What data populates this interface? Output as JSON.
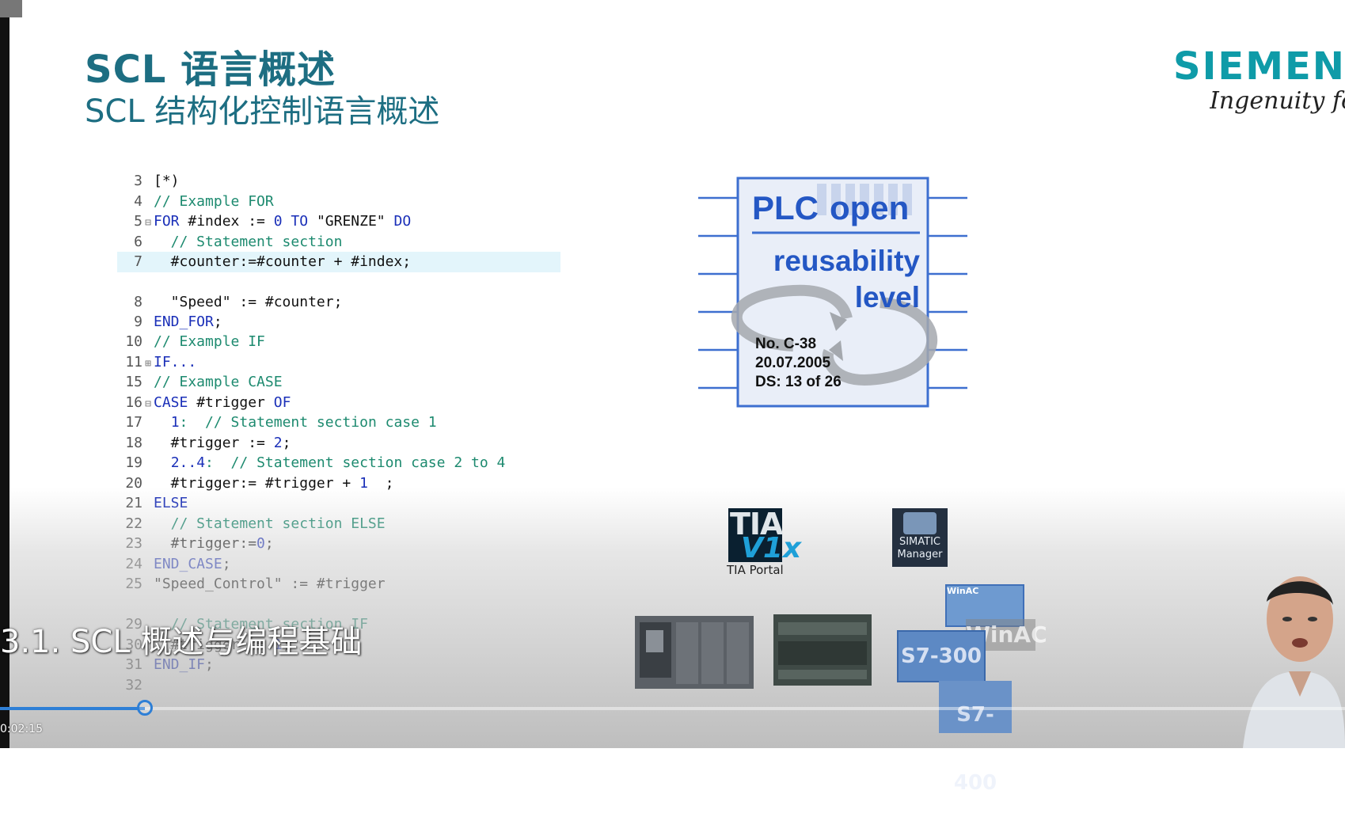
{
  "slide": {
    "title": "SCL 语言概述",
    "subtitle": "SCL 结构化控制语言概述"
  },
  "brand": {
    "name": "SIEMENS",
    "tagline": "Ingenuity for"
  },
  "code": {
    "lines": [
      {
        "n": "3",
        "fold": "",
        "tokens": [
          {
            "t": "[*)",
            "k": "pl"
          }
        ]
      },
      {
        "n": "4",
        "fold": "",
        "tokens": [
          {
            "t": "// Example FOR",
            "k": "cm"
          }
        ]
      },
      {
        "n": "5",
        "fold": "⊟",
        "tokens": [
          {
            "t": "FOR",
            "k": "kw"
          },
          {
            "t": " #index := ",
            "k": "pl"
          },
          {
            "t": "0",
            "k": "num"
          },
          {
            "t": " ",
            "k": "pl"
          },
          {
            "t": "TO",
            "k": "kw"
          },
          {
            "t": " \"GRENZE\" ",
            "k": "pl"
          },
          {
            "t": "DO",
            "k": "kw"
          }
        ]
      },
      {
        "n": "6",
        "fold": "",
        "tokens": [
          {
            "t": "  // Statement section",
            "k": "cm"
          }
        ]
      },
      {
        "n": "7",
        "fold": "",
        "hl": true,
        "tokens": [
          {
            "t": "  #counter:=#counter + #index;",
            "k": "pl"
          }
        ]
      },
      {
        "n": "8",
        "fold": "",
        "gap": true,
        "tokens": [
          {
            "t": "  \"Speed\" := #counter;",
            "k": "pl"
          }
        ]
      },
      {
        "n": "9",
        "fold": "",
        "tokens": [
          {
            "t": "END_FOR",
            "k": "kw"
          },
          {
            "t": ";",
            "k": "pl"
          }
        ]
      },
      {
        "n": "10",
        "fold": "",
        "tokens": [
          {
            "t": "// Example IF",
            "k": "cm"
          }
        ]
      },
      {
        "n": "11",
        "fold": "⊞",
        "tokens": [
          {
            "t": "IF...",
            "k": "kw"
          }
        ]
      },
      {
        "n": "15",
        "fold": "",
        "tokens": [
          {
            "t": "// Example CASE",
            "k": "cm"
          }
        ]
      },
      {
        "n": "16",
        "fold": "⊟",
        "tokens": [
          {
            "t": "CASE",
            "k": "kw"
          },
          {
            "t": " #trigger ",
            "k": "pl"
          },
          {
            "t": "OF",
            "k": "kw"
          }
        ]
      },
      {
        "n": "17",
        "fold": "",
        "tokens": [
          {
            "t": "  ",
            "k": "pl"
          },
          {
            "t": "1",
            "k": "num"
          },
          {
            "t": ":  // Statement section case 1",
            "k": "cm"
          }
        ]
      },
      {
        "n": "18",
        "fold": "",
        "tokens": [
          {
            "t": "  #trigger := ",
            "k": "pl"
          },
          {
            "t": "2",
            "k": "num"
          },
          {
            "t": ";",
            "k": "pl"
          }
        ]
      },
      {
        "n": "19",
        "fold": "",
        "tokens": [
          {
            "t": "  ",
            "k": "pl"
          },
          {
            "t": "2..4",
            "k": "num"
          },
          {
            "t": ":  // Statement section case 2 to 4",
            "k": "cm"
          }
        ]
      },
      {
        "n": "20",
        "fold": "",
        "tokens": [
          {
            "t": "  #trigger:= #trigger + ",
            "k": "pl"
          },
          {
            "t": "1",
            "k": "num"
          },
          {
            "t": "  ;",
            "k": "pl"
          }
        ]
      },
      {
        "n": "21",
        "fold": "",
        "tokens": [
          {
            "t": "ELSE",
            "k": "kw"
          }
        ]
      },
      {
        "n": "22",
        "fold": "",
        "tokens": [
          {
            "t": "  // Statement section ELSE",
            "k": "cm"
          }
        ]
      },
      {
        "n": "23",
        "fold": "",
        "tokens": [
          {
            "t": "  #trigger:=",
            "k": "pl"
          },
          {
            "t": "0",
            "k": "num"
          },
          {
            "t": ";",
            "k": "pl"
          }
        ]
      },
      {
        "n": "24",
        "fold": "",
        "tokens": [
          {
            "t": "END_CASE",
            "k": "kw"
          },
          {
            "t": ";",
            "k": "pl"
          }
        ]
      },
      {
        "n": "25",
        "fold": "",
        "tokens": [
          {
            "t": "\"Speed_Control\" := #trigger",
            "k": "pl"
          }
        ]
      },
      {
        "n": "",
        "fold": "",
        "tokens": [
          {
            "t": "",
            "k": "pl"
          }
        ]
      },
      {
        "n": "29",
        "fold": "",
        "tokens": [
          {
            "t": "  // Statement section IF",
            "k": "cm"
          }
        ]
      },
      {
        "n": "30",
        "fold": "",
        "tokens": [
          {
            "t": "  #trigger := ",
            "k": "pl"
          },
          {
            "t": "1",
            "k": "num"
          },
          {
            "t": ";",
            "k": "pl"
          }
        ]
      },
      {
        "n": "31",
        "fold": "",
        "tokens": [
          {
            "t": "END_IF",
            "k": "kw"
          },
          {
            "t": ";",
            "k": "pl"
          }
        ]
      },
      {
        "n": "32",
        "fold": "",
        "tokens": [
          {
            "t": "",
            "k": "pl"
          }
        ]
      }
    ]
  },
  "plcopen": {
    "word1": "PLC",
    "word2": "open",
    "line2": "reusability",
    "line3": "level",
    "no": "No. C-38",
    "date": "20.07.2005",
    "ds": "DS: 13 of 26"
  },
  "software": {
    "tia": {
      "icon_text_1": "TIA",
      "icon_text_2": "V1x",
      "label": "TIA Portal",
      "icon": "tia-portal-icon"
    },
    "simatic": {
      "line1": "SIMATIC",
      "line2": "Manager",
      "icon": "simatic-manager-icon"
    }
  },
  "hardware": {
    "winac_small": "WinAC",
    "winac": "WinAC",
    "s7300": "S7-300",
    "s7400": "S7-400"
  },
  "player": {
    "caption": "3.1. SCL 概述与编程基础",
    "time": "0:02:15",
    "progress": 0.108,
    "accent": "#2e7fd6"
  },
  "colors": {
    "title": "#1d6e82",
    "brand": "#0f9ba8",
    "keyword": "#1a2fb8",
    "comment": "#1d8a6f"
  }
}
